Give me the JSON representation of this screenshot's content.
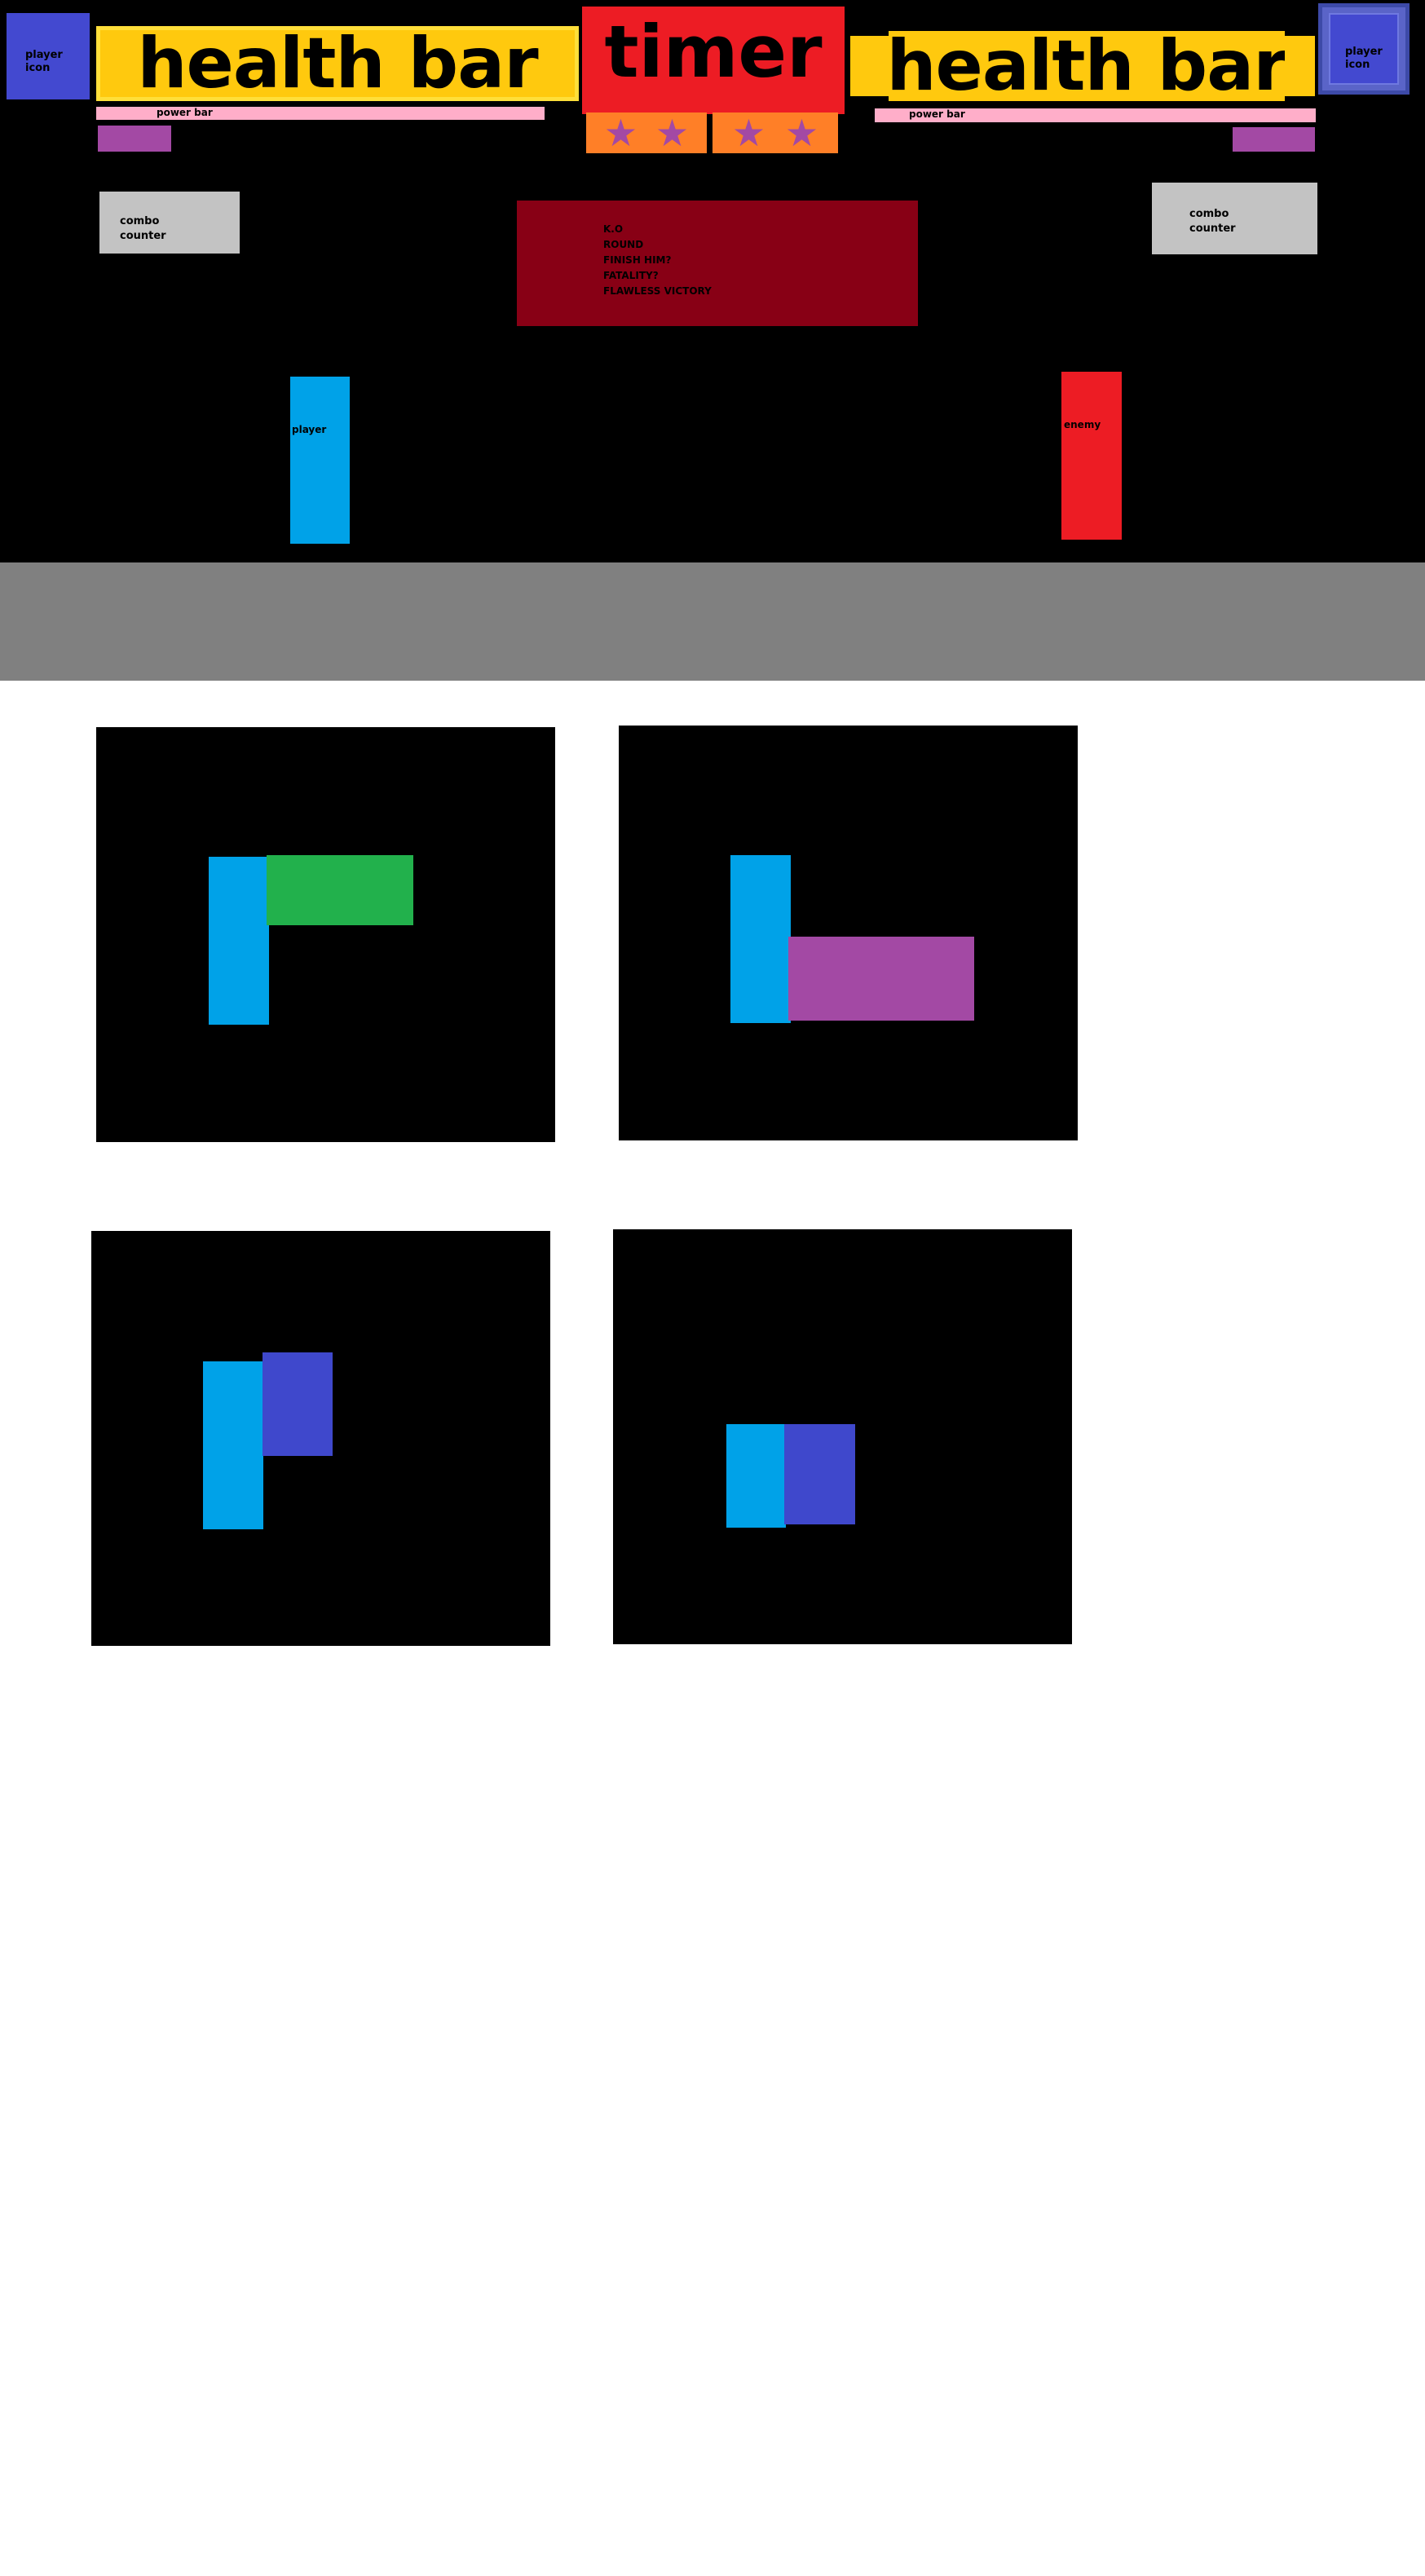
{
  "hud": {
    "player1": {
      "icon_label": "player icon",
      "health_label": "health bar",
      "power_label": "power bar",
      "combo_label": "combo counter"
    },
    "player2": {
      "icon_label": "player icon",
      "health_label": "health bar",
      "power_label": "power bar",
      "combo_label": "combo counter"
    },
    "timer_label": "timer",
    "round_stars_left": [
      "★",
      "★"
    ],
    "round_stars_right": [
      "★",
      "★"
    ],
    "announcer_messages": [
      "K.O",
      "ROUND",
      "FINISH HIM?",
      "FATALITY?",
      "FLAWLESS VICTORY"
    ],
    "player_label": "player",
    "enemy_label": "enemy"
  },
  "colors": {
    "background": "#000000",
    "floor": "#808080",
    "icon": "#4349d0",
    "health": "#ffc90e",
    "power": "#ffaec9",
    "mini_meter": "#a349a4",
    "timer": "#ed1c24",
    "stars_bg": "#ff7f27",
    "star": "#a349a4",
    "combo": "#c3c3c3",
    "announcer": "#880015",
    "player": "#00a2e8",
    "enemy": "#ed1c24",
    "hitbox_green": "#22b14c",
    "hitbox_purple": "#a349a4",
    "hitbox_blue": "#3f48cc"
  }
}
